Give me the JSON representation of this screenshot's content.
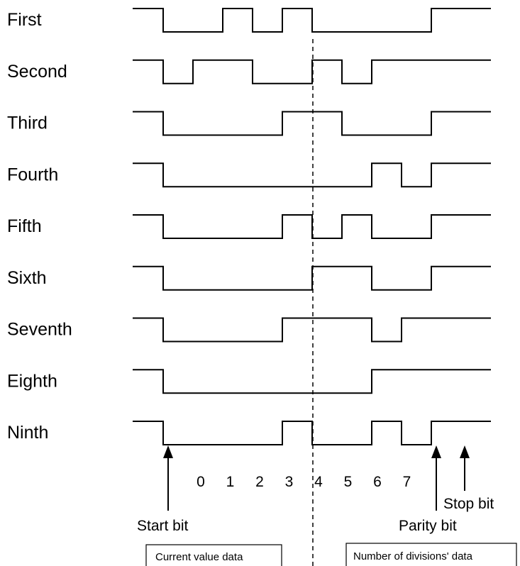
{
  "rows": [
    {
      "label": "First",
      "bits": [
        0,
        0,
        1,
        0,
        1,
        0,
        0,
        0,
        0
      ]
    },
    {
      "label": "Second",
      "bits": [
        0,
        1,
        1,
        0,
        0,
        1,
        0,
        1,
        1
      ]
    },
    {
      "label": "Third",
      "bits": [
        0,
        0,
        0,
        0,
        1,
        1,
        0,
        0,
        0
      ]
    },
    {
      "label": "Fourth",
      "bits": [
        0,
        0,
        0,
        0,
        0,
        0,
        0,
        1,
        0
      ]
    },
    {
      "label": "Fifth",
      "bits": [
        0,
        0,
        0,
        0,
        1,
        0,
        1,
        0,
        0
      ]
    },
    {
      "label": "Sixth",
      "bits": [
        0,
        0,
        0,
        0,
        0,
        1,
        1,
        0,
        0
      ]
    },
    {
      "label": "Seventh",
      "bits": [
        0,
        0,
        0,
        0,
        1,
        1,
        1,
        0,
        1
      ]
    },
    {
      "label": "Eighth",
      "bits": [
        0,
        0,
        0,
        0,
        0,
        0,
        0,
        1,
        1
      ]
    },
    {
      "label": "Ninth",
      "bits": [
        0,
        0,
        0,
        0,
        1,
        0,
        0,
        1,
        0
      ]
    }
  ],
  "bit_numbers": [
    "0",
    "1",
    "2",
    "3",
    "4",
    "5",
    "6",
    "7"
  ],
  "annotations": {
    "start_bit": "Start bit",
    "parity_bit": "Parity bit",
    "stop_bit": "Stop bit"
  },
  "boxes": {
    "current_value": "Current value data",
    "divisions": "Number of divisions' data"
  }
}
